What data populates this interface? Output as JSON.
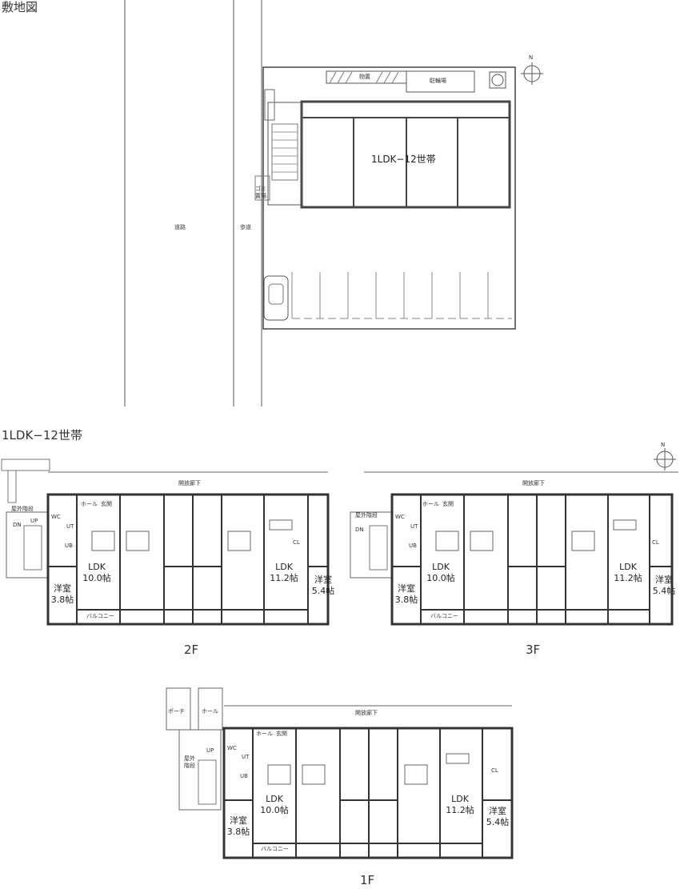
{
  "site_plan": {
    "title": "敷地図",
    "labels": {
      "storage": "物置",
      "bicycle_parking": "駐輪場",
      "building": "1LDK−12世帯",
      "garbage": "ゴミ\n置場",
      "road": "道路",
      "sidewalk": "歩道",
      "north": "N"
    }
  },
  "floor_plans": {
    "title": "1LDK−12世帯",
    "north": "N",
    "labels": {
      "outdoor_stairs": "屋外階段",
      "outdoor_stairs_1f": "屋外\n階段",
      "dn": "DN",
      "up": "UP",
      "corridor": "開放廊下",
      "hall": "ホール",
      "entrance": "玄関",
      "porch": "ポーチ",
      "wc": "WC",
      "ut": "UT",
      "ub": "UB",
      "cl": "CL",
      "balcony": "バルコニー",
      "ldk": "LDK",
      "western": "洋室"
    },
    "sizes": {
      "w38": "3.8帖",
      "w54": "5.4帖",
      "l100": "10.0帖",
      "l112": "11.2帖"
    },
    "floors": {
      "f2": "2F",
      "f3": "3F",
      "f1": "1F"
    }
  }
}
